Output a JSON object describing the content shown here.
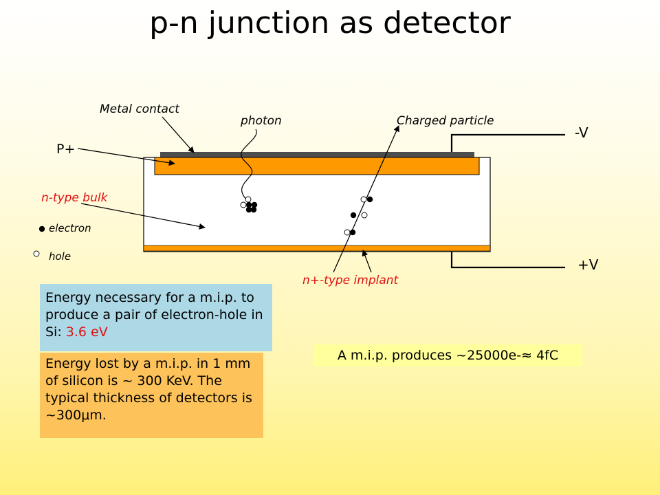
{
  "title": "p-n junction as detector",
  "labels": {
    "metal_contact": "Metal contact",
    "photon": "photon",
    "charged_particle": "Charged particle",
    "minus_v": "-V",
    "plus_v": "+V",
    "p_plus": "P+",
    "n_type_bulk": "n-type bulk",
    "electron": "electron",
    "hole": "hole",
    "n_plus_implant": "n+-type implant"
  },
  "boxes": {
    "pair_energy_text": "Energy necessary for a m.i.p. to produce a pair of electron-hole in Si:",
    "pair_energy_value": "3.6 eV",
    "loss_text_1": "Energy lost by a m.i.p. in 1 mm of silicon is ~ 300 KeV. The typical thickness of detectors is ~300",
    "loss_unit_mu": "μ",
    "loss_text_2": "m.",
    "mip_charge": "A m.i.p. produces ~25000e-≈ 4fC"
  },
  "colors": {
    "p_plus_layer": "#ff9900",
    "n_plus_layer": "#ff9900",
    "metal_contact": "#4d4d4d",
    "red_text": "#e01010",
    "box_pair": "#add8e6",
    "box_loss": "#fdc35a",
    "box_mip": "#ffff9c"
  }
}
